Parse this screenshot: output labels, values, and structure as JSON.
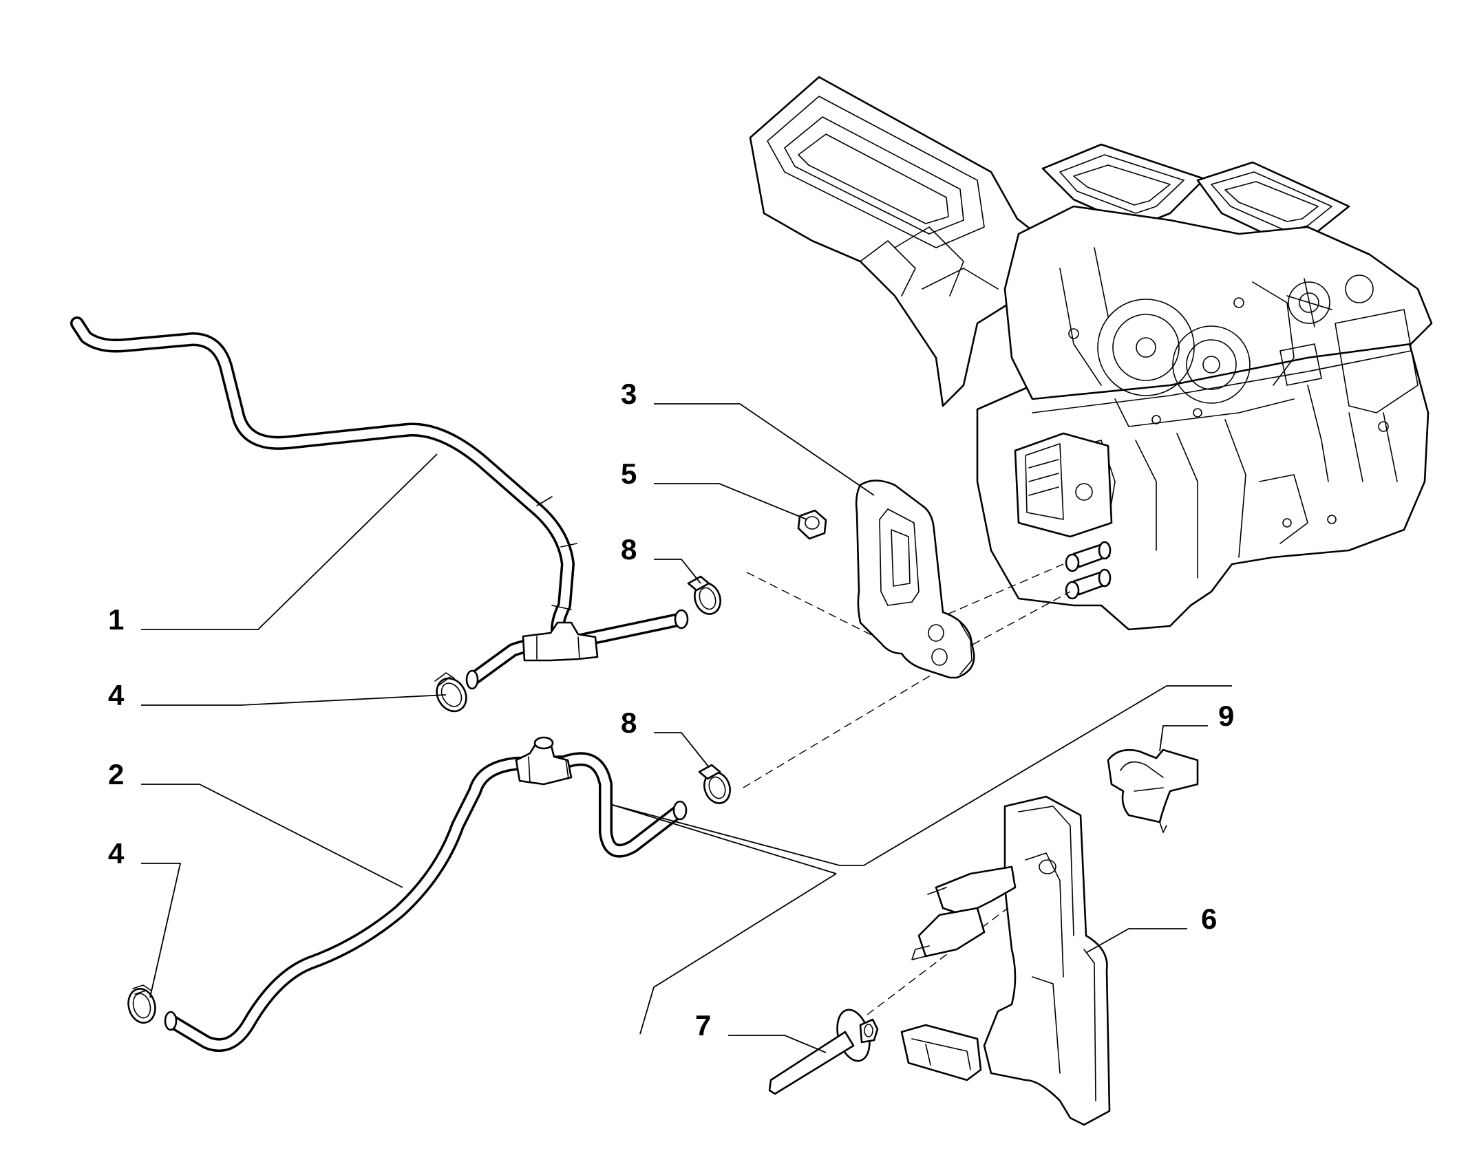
{
  "callouts": {
    "hose_upper": "1",
    "hose_lower": "2",
    "gasket": "3",
    "clamp_upper": "4",
    "clamp_lower": "4",
    "nut": "5",
    "bracket": "6",
    "rivet": "7",
    "clip_upper": "8",
    "clip_lower": "8",
    "retainer": "9"
  },
  "colors": {
    "line": "#000000",
    "background": "#ffffff"
  }
}
